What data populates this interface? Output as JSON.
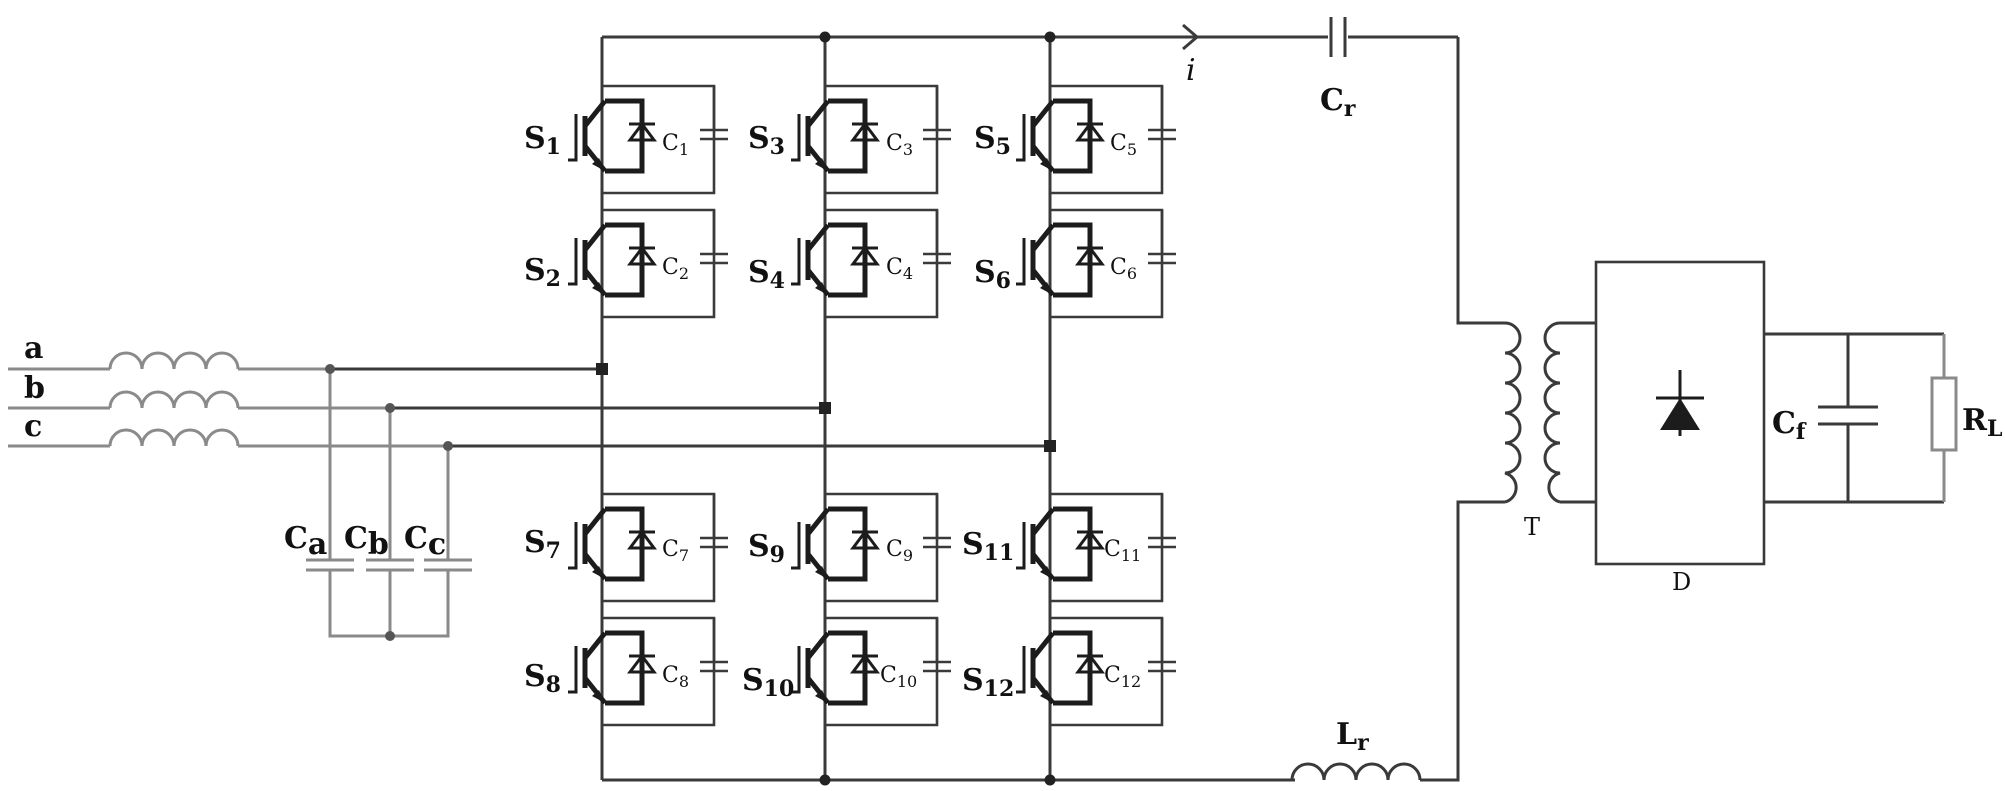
{
  "phases": [
    "a",
    "b",
    "c"
  ],
  "filter_caps": {
    "main": "C",
    "subs": [
      "a",
      "b",
      "c"
    ]
  },
  "switches": [
    {
      "main": "S",
      "sub": "1",
      "cap_main": "C",
      "cap_sub": "1"
    },
    {
      "main": "S",
      "sub": "2",
      "cap_main": "C",
      "cap_sub": "2"
    },
    {
      "main": "S",
      "sub": "3",
      "cap_main": "C",
      "cap_sub": "3"
    },
    {
      "main": "S",
      "sub": "4",
      "cap_main": "C",
      "cap_sub": "4"
    },
    {
      "main": "S",
      "sub": "5",
      "cap_main": "C",
      "cap_sub": "5"
    },
    {
      "main": "S",
      "sub": "6",
      "cap_main": "C",
      "cap_sub": "6"
    },
    {
      "main": "S",
      "sub": "7",
      "cap_main": "C",
      "cap_sub": "7"
    },
    {
      "main": "S",
      "sub": "8",
      "cap_main": "C",
      "cap_sub": "8"
    },
    {
      "main": "S",
      "sub": "9",
      "cap_main": "C",
      "cap_sub": "9"
    },
    {
      "main": "S",
      "sub": "10",
      "cap_main": "C",
      "cap_sub": "10"
    },
    {
      "main": "S",
      "sub": "11",
      "cap_main": "C",
      "cap_sub": "11"
    },
    {
      "main": "S",
      "sub": "12",
      "cap_main": "C",
      "cap_sub": "12"
    }
  ],
  "current_label": "i",
  "resonant_cap": {
    "main": "C",
    "sub": "r"
  },
  "resonant_inductor": {
    "main": "L",
    "sub": "r"
  },
  "transformer_label": "T",
  "rectifier_label": "D",
  "output_cap": {
    "main": "C",
    "sub": "f"
  },
  "load": {
    "main": "R",
    "sub": "L"
  }
}
